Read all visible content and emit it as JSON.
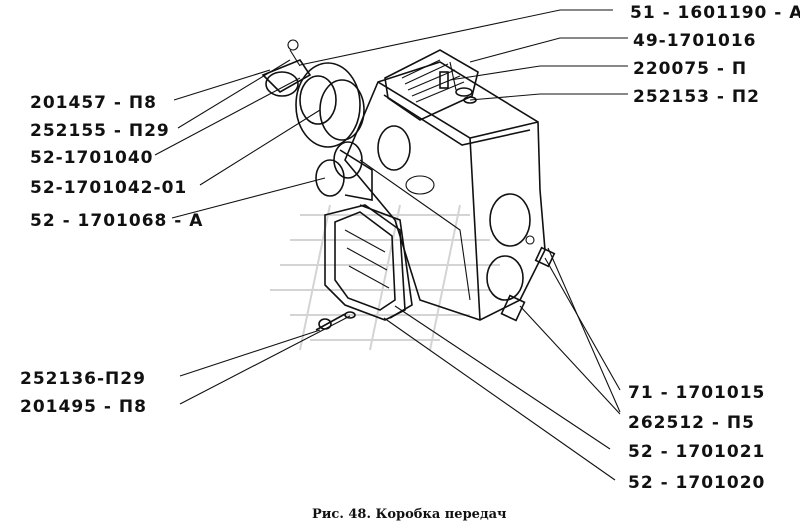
{
  "labels": {
    "p51_1601190_a": "51 - 1601190 - A",
    "p49_1701016": "49-1701016",
    "p220075_p": "220075 - П",
    "p252153_p2": "252153 - П2",
    "p201457_p8": "201457 - П8",
    "p252155_p29": "252155 - П29",
    "p52_1701040": "52-1701040",
    "p52_1701042_01": "52-1701042-01",
    "p52_1701068_a": "52 - 1701068 - A",
    "p252136_p29": "252136-П29",
    "p201495_p8": "201495 - П8",
    "p71_1701015": "71 - 1701015",
    "p262512_p5": "262512 - П5",
    "p52_1701021": "52 - 1701021",
    "p52_1701020": "52 - 1701020"
  },
  "caption": "Рис. 48.  Коробка передач"
}
